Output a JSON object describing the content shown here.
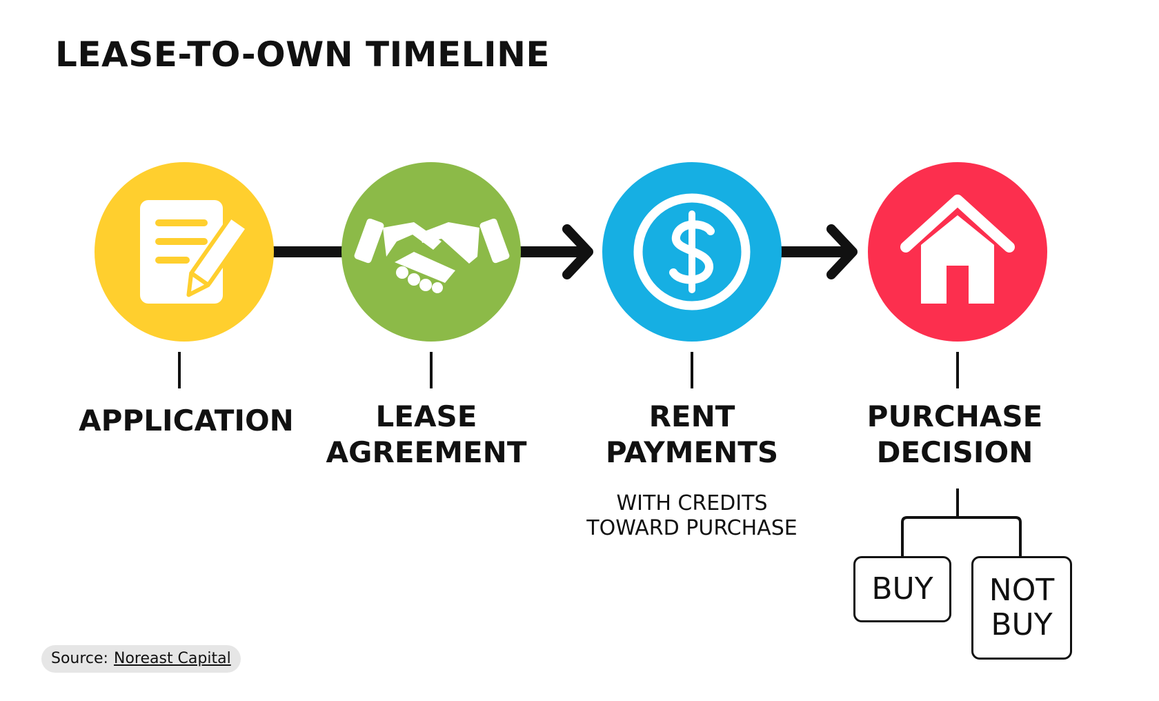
{
  "title": "LEASE-TO-OWN TIMELINE",
  "steps": [
    {
      "id": "application",
      "label_lines": [
        "APPLICATION"
      ],
      "color": "#FFCF2E",
      "icon": "document-pencil-icon"
    },
    {
      "id": "lease-agreement",
      "label_lines": [
        "LEASE",
        "AGREEMENT"
      ],
      "color": "#8CBA48",
      "icon": "handshake-icon"
    },
    {
      "id": "rent-payments",
      "label_lines": [
        "RENT",
        "PAYMENTS"
      ],
      "color": "#16AFE3",
      "icon": "dollar-icon",
      "note_lines": [
        "WITH CREDITS",
        "TOWARD PURCHASE"
      ]
    },
    {
      "id": "purchase-decision",
      "label_lines": [
        "PURCHASE",
        "DECISION"
      ],
      "color": "#FC2F4E",
      "icon": "house-icon"
    }
  ],
  "options": [
    {
      "id": "buy",
      "lines": [
        "BUY"
      ]
    },
    {
      "id": "not-buy",
      "lines": [
        "NOT",
        "BUY"
      ]
    }
  ],
  "source": {
    "label": "Source:",
    "link_text": "Noreast Capital"
  }
}
